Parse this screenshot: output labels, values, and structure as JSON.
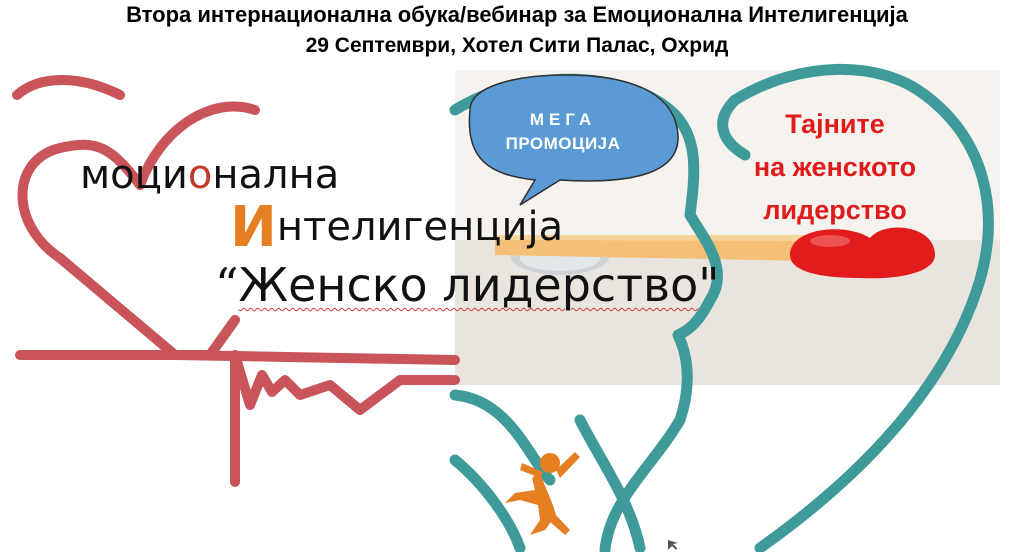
{
  "header": {
    "line1": "Втора интернационална обука/вебинар за Емоционална Интелигенција",
    "line2": "29 Септември, Хотел Сити Палас, Охрид"
  },
  "title": {
    "word1_prefix": "моци",
    "word1_highlight": "о",
    "word1_suffix": "нална",
    "word2_initial": "И",
    "word2_rest": "нтелигенција",
    "word3_open_quote": "“",
    "word3_text": "Женско лидерство",
    "word3_close_quote": "\""
  },
  "promo_bubble": {
    "line1": "МЕГА",
    "line2": "ПРОМОЦИЈА"
  },
  "secret_text": {
    "line1": "Тајните",
    "line2": "на женското",
    "line3": "лидерство"
  },
  "colors": {
    "heart_red": "#c9545a",
    "heart_teal": "#3f9a9a",
    "bubble_blue": "#5b9bd5",
    "accent_orange": "#e67e22",
    "text_red": "#e01b1b"
  },
  "icons": [
    "heart-pulse-icon",
    "head-profile-icon",
    "speech-bubble-icon",
    "jumping-person-icon",
    "red-heart-icon"
  ]
}
